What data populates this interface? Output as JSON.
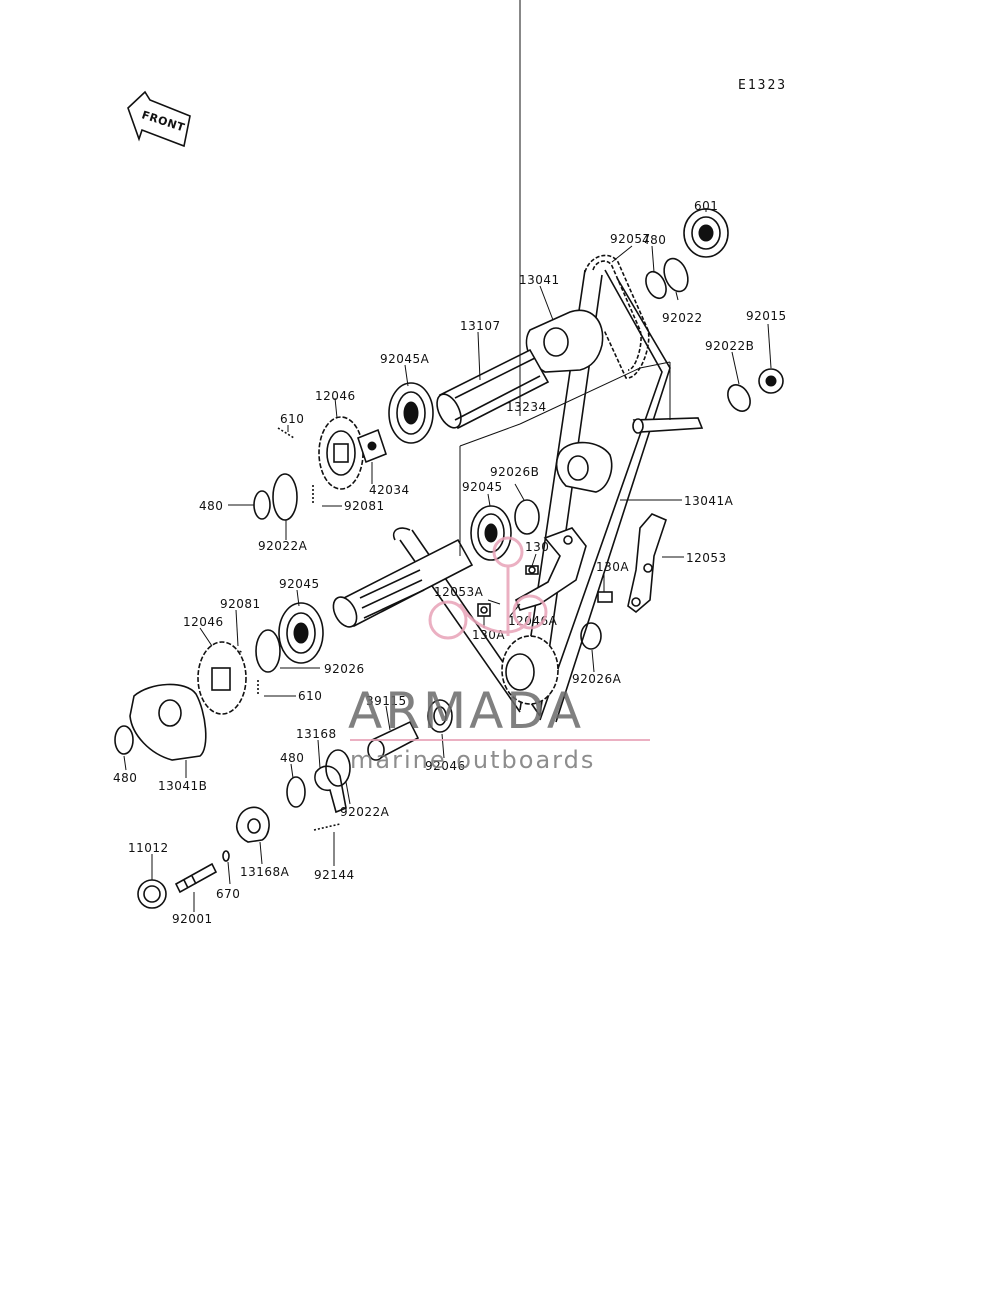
{
  "diagram_code": "E1323",
  "front_label": "FRONT",
  "watermark": {
    "title": "ARMADA",
    "subtitle": "marine outboards",
    "title_color": "#6a6a6a",
    "accent_color": "#e8a3b8"
  },
  "parts": {
    "p601": "601",
    "p92057": "92057",
    "p480_top": "480",
    "p13041": "13041",
    "p92022": "92022",
    "p92015": "92015",
    "p13107": "13107",
    "p92022B": "92022B",
    "p92045A": "92045A",
    "p12046_top": "12046",
    "p13234": "13234",
    "p610_top": "610",
    "p42034": "42034",
    "p92081_top": "92081",
    "p92026B": "92026B",
    "p92045_mid": "92045",
    "p13041A": "13041A",
    "p480_left": "480",
    "p92022A_top": "92022A",
    "p130": "130",
    "p12053": "12053",
    "p130A_right": "130A",
    "p12053A": "12053A",
    "p130A_left": "130A",
    "p12046A": "12046A",
    "p92045_low": "92045",
    "p92081_low": "92081",
    "p12046_low": "12046",
    "p92026": "92026",
    "p92026A": "92026A",
    "p610_low": "610",
    "p39115": "39115",
    "p13168": "13168",
    "p92046": "92046",
    "p480_low": "480",
    "p480_bottomleft": "480",
    "p13041B": "13041B",
    "p92022A_low": "92022A",
    "p11012": "11012",
    "p13168A": "13168A",
    "p92144": "92144",
    "p670": "670",
    "p92001": "92001"
  }
}
